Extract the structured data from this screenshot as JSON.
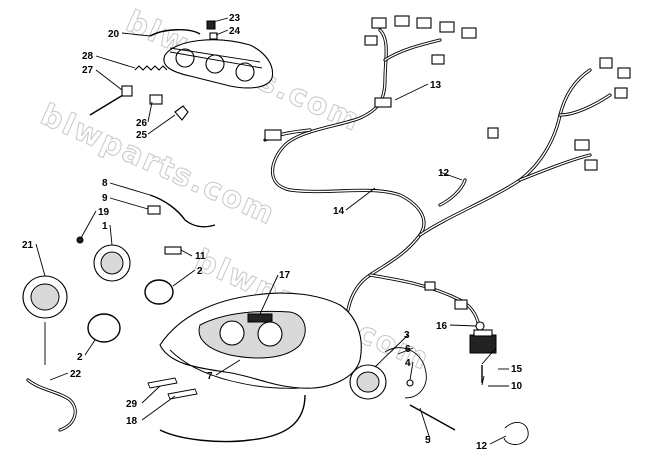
{
  "watermark": "blwparts.com",
  "callouts": [
    {
      "id": "c20",
      "text": "20"
    },
    {
      "id": "c23",
      "text": "23"
    },
    {
      "id": "c24",
      "text": "24"
    },
    {
      "id": "c28",
      "text": "28"
    },
    {
      "id": "c27",
      "text": "27"
    },
    {
      "id": "c26",
      "text": "26"
    },
    {
      "id": "c25",
      "text": "25"
    },
    {
      "id": "c13",
      "text": "13"
    },
    {
      "id": "c8",
      "text": "8"
    },
    {
      "id": "c9",
      "text": "9"
    },
    {
      "id": "c19",
      "text": "19"
    },
    {
      "id": "c1",
      "text": "1"
    },
    {
      "id": "c21",
      "text": "21"
    },
    {
      "id": "c11",
      "text": "11"
    },
    {
      "id": "c2a",
      "text": "2"
    },
    {
      "id": "c14",
      "text": "14"
    },
    {
      "id": "c12a",
      "text": "12"
    },
    {
      "id": "c17",
      "text": "17"
    },
    {
      "id": "c2b",
      "text": "2"
    },
    {
      "id": "c22",
      "text": "22"
    },
    {
      "id": "c7",
      "text": "7"
    },
    {
      "id": "c29",
      "text": "29"
    },
    {
      "id": "c18",
      "text": "18"
    },
    {
      "id": "c3",
      "text": "3"
    },
    {
      "id": "c6",
      "text": "6"
    },
    {
      "id": "c4",
      "text": "4"
    },
    {
      "id": "c16",
      "text": "16"
    },
    {
      "id": "c15",
      "text": "15"
    },
    {
      "id": "c10",
      "text": "10"
    },
    {
      "id": "c5",
      "text": "5"
    },
    {
      "id": "c12b",
      "text": "12"
    }
  ]
}
